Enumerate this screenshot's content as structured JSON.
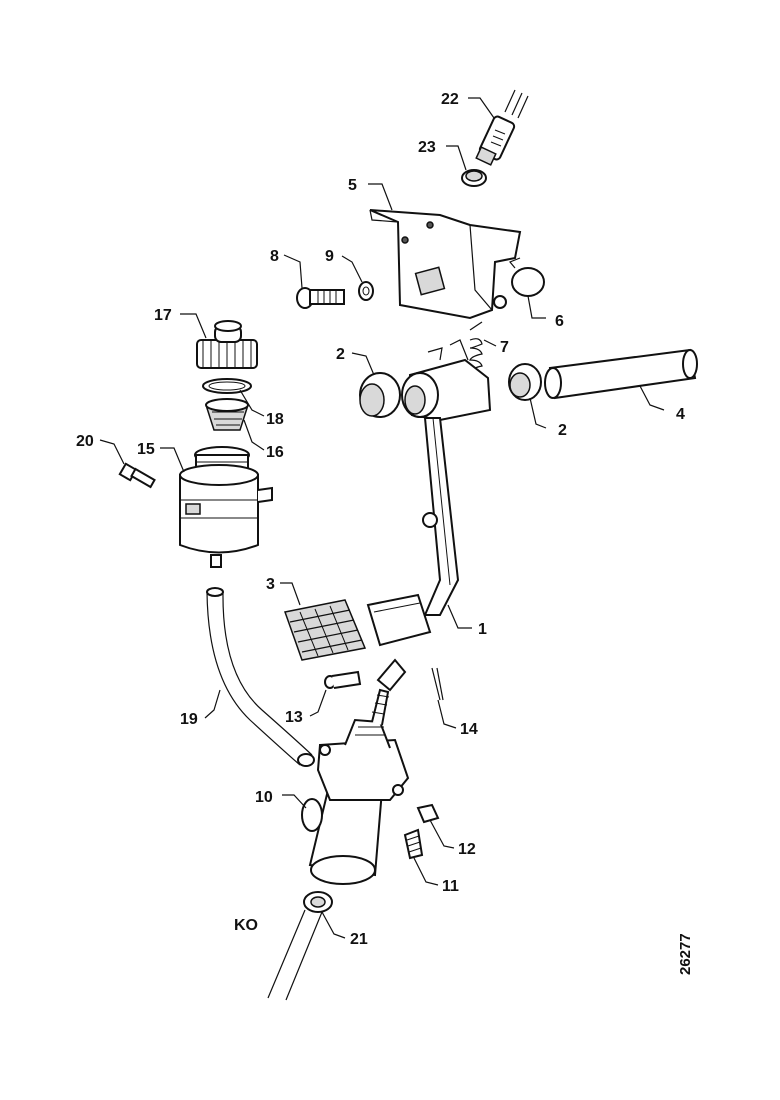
{
  "callouts": {
    "c1": "1",
    "c2a": "2",
    "c2b": "2",
    "c3": "3",
    "c4": "4",
    "c5": "5",
    "c6": "6",
    "c7": "7",
    "c8": "8",
    "c9": "9",
    "c10": "10",
    "c11": "11",
    "c12": "12",
    "c13": "13",
    "c14": "14",
    "c15": "15",
    "c16": "16",
    "c17": "17",
    "c18": "18",
    "c19": "19",
    "c20": "20",
    "c21": "21",
    "c22": "22",
    "c23": "23",
    "ko": "KO"
  },
  "reference_number": "26277"
}
